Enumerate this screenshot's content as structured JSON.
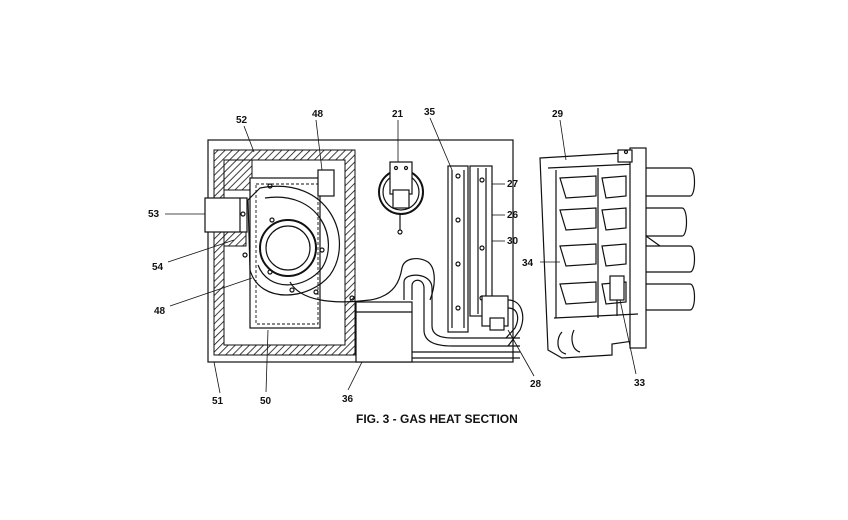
{
  "figure": {
    "caption": "FIG. 3 - GAS HEAT SECTION",
    "callouts": {
      "c21": "21",
      "c26": "26",
      "c27": "27",
      "c28": "28",
      "c29": "29",
      "c30": "30",
      "c33": "33",
      "c34": "34",
      "c35": "35",
      "c36": "36",
      "c48a": "48",
      "c48b": "48",
      "c50": "50",
      "c51": "51",
      "c52": "52",
      "c53": "53",
      "c54": "54"
    }
  }
}
